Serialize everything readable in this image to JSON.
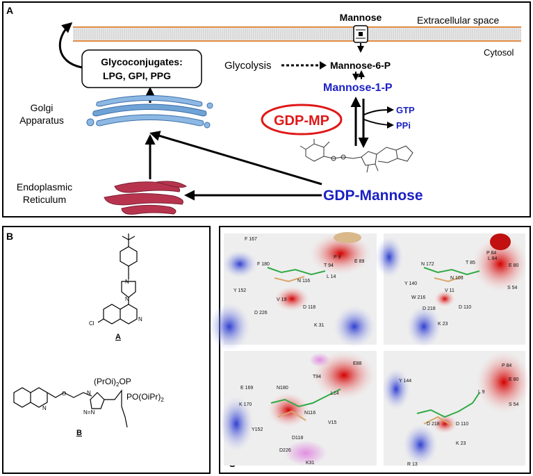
{
  "panel_a": {
    "letter": "A",
    "mannose": "Mannose",
    "extracellular": "Extracellular space",
    "cytosol": "Cytosol",
    "glycolysis": "Glycolysis",
    "mannose6p": "Mannose-6-P",
    "mannose1p": "Mannose-1-P",
    "gdp_mp": "GDP-MP",
    "gtp": "GTP",
    "ppi": "PPi",
    "gdp_mannose": "GDP-Mannose",
    "glyco_title": "Glycoconjugates:",
    "glyco_list": "LPG, GPI, PPG",
    "golgi_1": "Golgi",
    "golgi_2": "Apparatus",
    "er_1": "Endoplasmic",
    "er_2": "Reticulum",
    "colors": {
      "blue": "#1a1fc4",
      "red": "#e01818",
      "golgi": "#6fa3d6",
      "er": "#b8344e"
    }
  },
  "panel_b": {
    "letter": "B",
    "compound_a": "A",
    "compound_b": "B",
    "atom_cl": "Cl",
    "atom_n1": "N",
    "atom_n2": "N",
    "atom_n3": "N",
    "atom_o": "O",
    "grp1": "(PrOi)",
    "grp1_sub": "2",
    "grp1_tail": "OP",
    "grp2": "PO(OiPr)",
    "grp2_sub": "2",
    "triazole_n": "N",
    "triazole_nn": "N=N"
  },
  "panel_c": {
    "letter": "C",
    "tl": [
      "F 167",
      "F 180",
      "T 94",
      "P 9",
      "E 89",
      "N 116",
      "L 14",
      "Y 152",
      "V 19",
      "D 118",
      "D 226",
      "K 31"
    ],
    "tr": [
      "N 172",
      "T 85",
      "P 84",
      "L 84",
      "E 80",
      "Y 140",
      "N 103",
      "W 216",
      "V 11",
      "S 54",
      "D 218",
      "D 110",
      "K 23"
    ],
    "bl": [
      "E88",
      "T94",
      "E 169",
      "N180",
      "L14",
      "K 170",
      "N116",
      "V15",
      "Y152",
      "D118",
      "D226",
      "K31"
    ],
    "br": [
      "P 84",
      "E 80",
      "Y 144",
      "L 9",
      "S 54",
      "D 218",
      "D 110",
      "K 23",
      "R 13"
    ]
  }
}
